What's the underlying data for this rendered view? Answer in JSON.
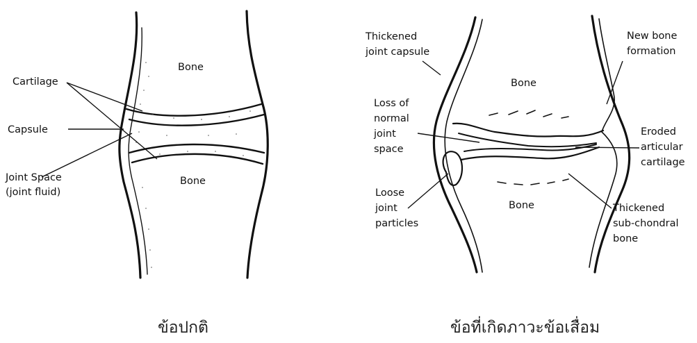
{
  "normal_joint": {
    "bone_top": "Bone",
    "bone_bottom": "Bone",
    "cartilage": "Cartilage",
    "capsule": "Capsule",
    "joint_space_line1": "Joint Space",
    "joint_space_line2": "(joint fluid)",
    "caption": "ข้อปกติ"
  },
  "osteoarthritis_joint": {
    "thickened_capsule_line1": "Thickened",
    "thickened_capsule_line2": "joint capsule",
    "new_bone_line1": "New bone",
    "new_bone_line2": "formation",
    "bone_top": "Bone",
    "bone_bottom": "Bone",
    "loss_line1": "Loss of",
    "loss_line2": "normal",
    "loss_line3": "joint",
    "loss_line4": "space",
    "eroded_line1": "Eroded",
    "eroded_line2": "articular",
    "eroded_line3": "cartilage",
    "loose_line1": "Loose",
    "loose_line2": "joint",
    "loose_line3": "particles",
    "subchondral_line1": "Thickened",
    "subchondral_line2": "sub-chondral",
    "subchondral_line3": "bone",
    "caption": "ข้อที่เกิดภาวะข้อเสื่อม"
  }
}
